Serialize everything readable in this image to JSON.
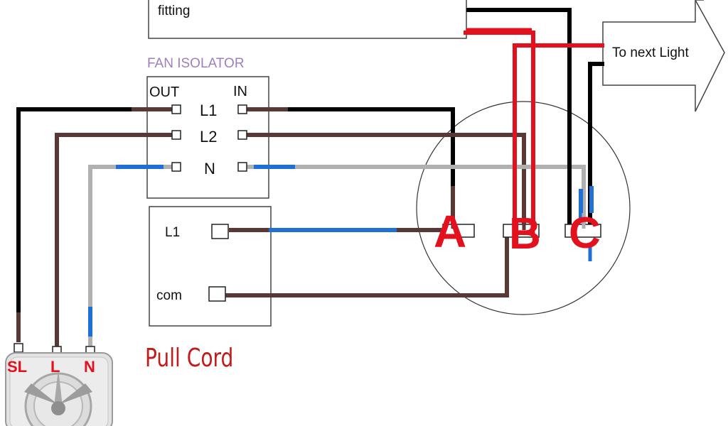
{
  "fitting": {
    "label": "fitting"
  },
  "next_light": {
    "label": "To next Light"
  },
  "isolator": {
    "title": "FAN ISOLATOR",
    "out_label": "OUT",
    "in_label": "IN",
    "terminals": [
      "L1",
      "L2",
      "N"
    ]
  },
  "pull_cord": {
    "terminals": [
      "L1",
      "com"
    ],
    "title": "Pull Cord"
  },
  "rose": {
    "terminals": [
      "A",
      "B",
      "C"
    ]
  },
  "fan": {
    "terminals": [
      "SL",
      "L",
      "N"
    ]
  },
  "colors": {
    "black": "#000000",
    "brown": "#5a3835",
    "grey": "#b0b0b0",
    "blue": "#1e6fd6",
    "red": "#e3101e",
    "purple": "#9f7fbf",
    "dark_red": "#c41a1a"
  }
}
